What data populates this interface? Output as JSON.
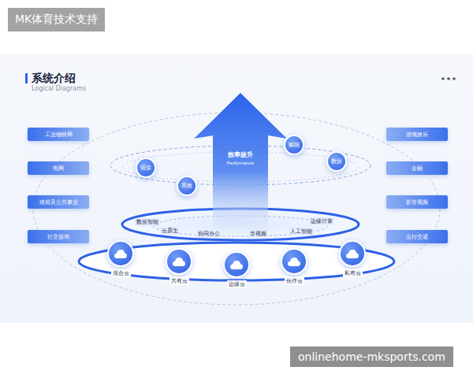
{
  "diagram": {
    "title": "系统介绍",
    "nodes": [
      {
        "text": [
          "工业物联网"
        ]
      },
      {
        "text": [
          "电网"
        ]
      },
      {
        "text": [
          "政府及公共事业"
        ]
      },
      {
        "text": [
          "社交咨询"
        ]
      },
      {
        "text": [
          "游戏娱乐"
        ]
      },
      {
        "text": [
          "金融"
        ]
      },
      {
        "text": [
          "影音视频"
        ]
      },
      {
        "text": [
          "出行交通"
        ]
      },
      {
        "text": [
          "效率提升",
          "Performance"
        ]
      },
      {
        "text": [
          "链接"
        ]
      },
      {
        "text": [
          "高效"
        ]
      },
      {
        "text": [
          "赋能"
        ]
      },
      {
        "text": [
          "数据"
        ]
      },
      {
        "text": [
          "混合云"
        ]
      },
      {
        "text": [
          "共有云"
        ]
      },
      {
        "text": [
          "边缘云"
        ]
      },
      {
        "text": [
          "伙伴云"
        ]
      },
      {
        "text": [
          "私有云"
        ]
      }
    ],
    "labels": [
      "MK体育技术支持",
      "Logical Diagrams",
      "数据智能",
      "云原生",
      "协同办公",
      "音视频",
      "人工智能",
      "边缘计算",
      "onlinehome-mksports.com"
    ]
  }
}
